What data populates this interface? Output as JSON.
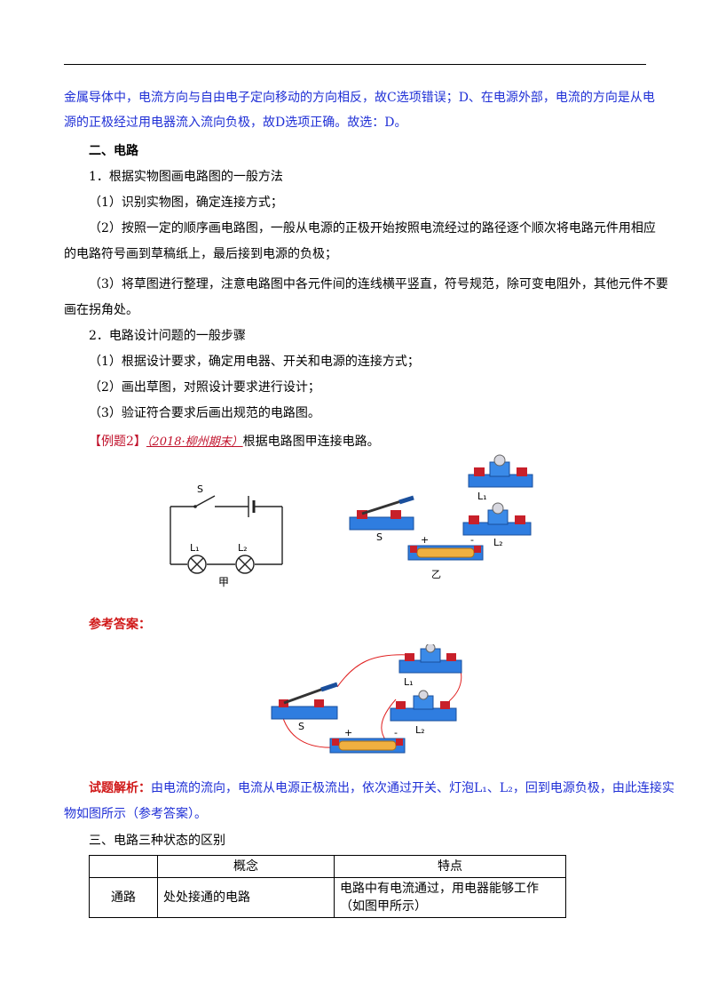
{
  "intro_line1": "金属导体中，电流方向与自由电子定向移动的方向相反，故C选项错误；D、在电源外部，电流的方向是从电",
  "intro_line2": "源的正极经过用电器流入流向负极，故D选项正确。故选：D。",
  "section2_title": "二、电路",
  "method1_title": "1．根据实物图画电路图的一般方法",
  "method1_step1": "（1）识别实物图，确定连接方式；",
  "method1_step2_line1": "（2）按照一定的顺序画电路图，一般从电源的正极开始按照电流经过的路径逐个顺次将电路元件用相应",
  "method1_step2_line2": "的电路符号画到草稿纸上，最后接到电源的负极；",
  "method1_step3_line1": "（3）将草图进行整理，注意电路图中各元件间的连线横平竖直，符号规范，除可变电阻外，其他元件不要",
  "method1_step3_line2": "画在拐角处。",
  "method2_title": "2．电路设计问题的一般步骤",
  "method2_step1": "（1）根据设计要求，确定用电器、开关和电源的连接方式；",
  "method2_step2": "（2）画出草图，对照设计要求进行设计；",
  "method2_step3": "（3）验证符合要求后画出规范的电路图。",
  "example": {
    "tag": "【例题2】",
    "source": "（2018·柳州期末）",
    "question": "根据电路图甲连接电路。"
  },
  "fig_labels": {
    "switch": "S",
    "bulb1": "L₁",
    "bulb2": "L₂",
    "jia": "甲",
    "yi": "乙",
    "plus": "+",
    "minus": "-"
  },
  "answer_label": "参考答案：",
  "analysis": {
    "label": "试题解析：",
    "line1": "由电流的流向，电流从电源正极流出，依次通过开关、灯泡L₁、L₂，回到电源负极，由此连接实",
    "line2": "物如图所示（参考答案）。"
  },
  "section3_title": "三、电路三种状态的区别",
  "table": {
    "headers": [
      "",
      "概念",
      "特点"
    ],
    "rows": [
      {
        "name": "通路",
        "concept": "处处接通的电路",
        "feature": "电路中有电流通过，用电器能够工作（如图甲所示）"
      }
    ]
  },
  "colors": {
    "blue_text": "#1f2fd6",
    "red_text": "#d01818",
    "component_blue": "#2f7de0",
    "terminal_red": "#c8202a"
  }
}
